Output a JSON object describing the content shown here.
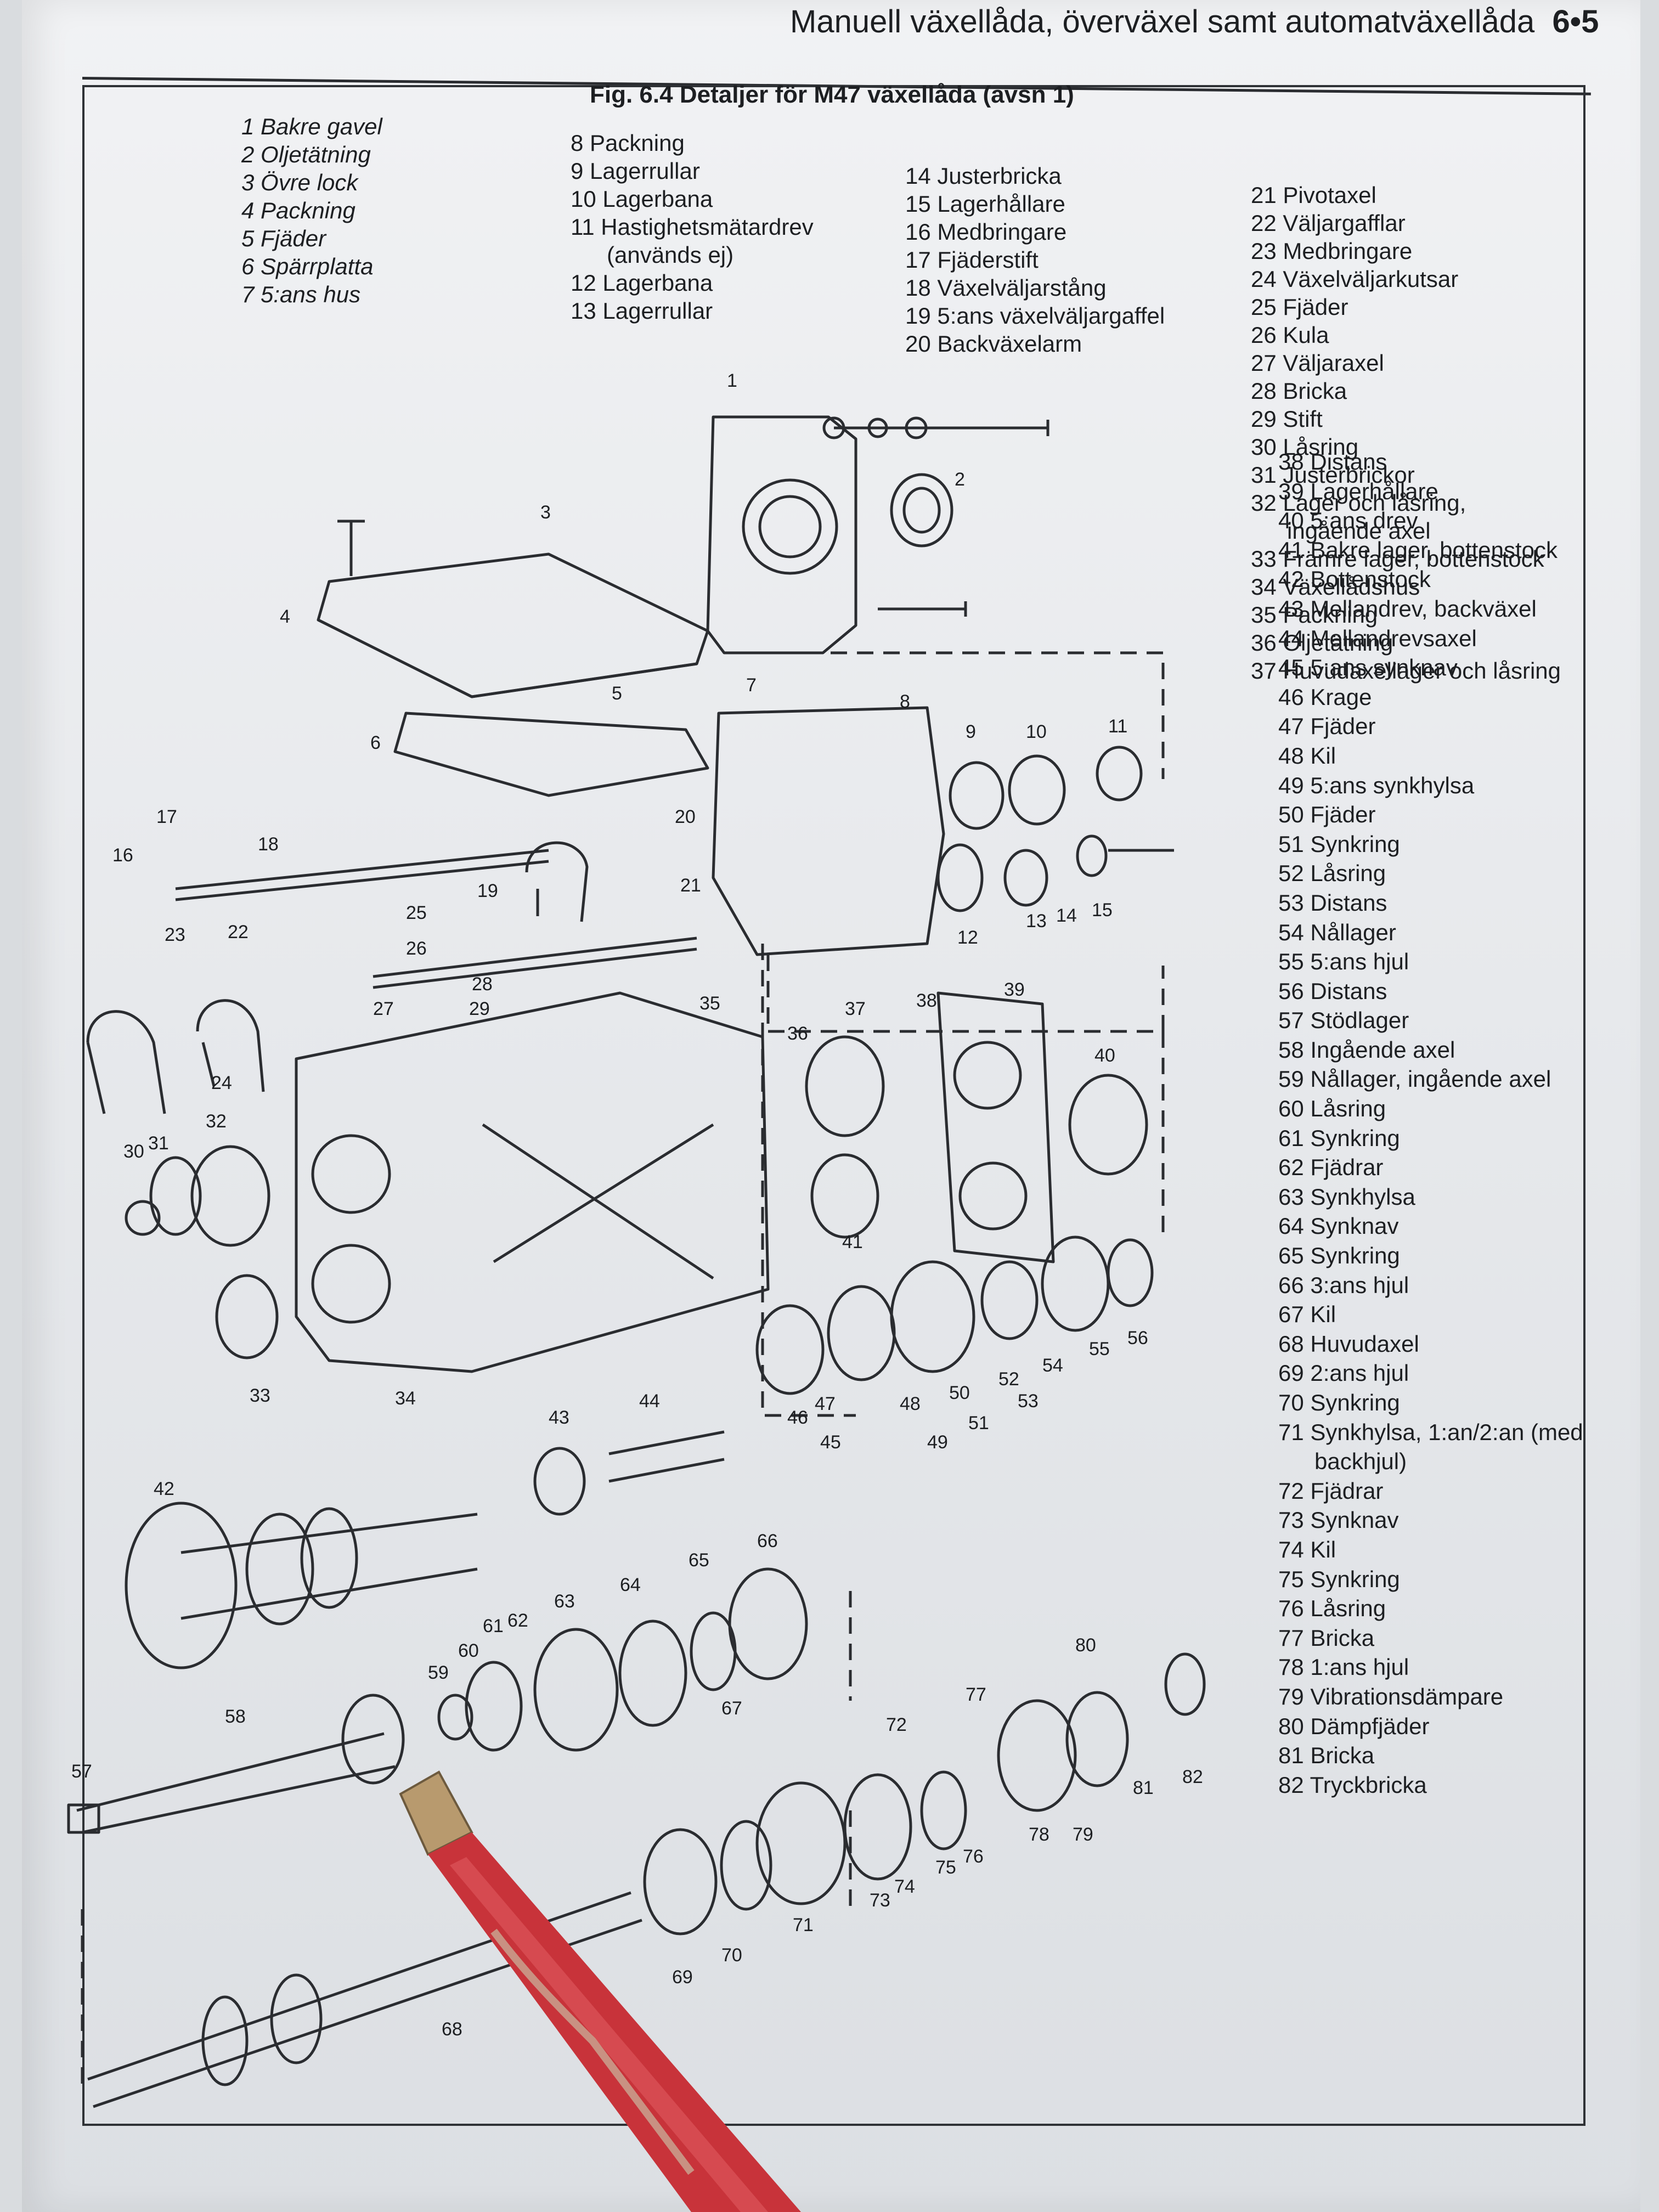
{
  "header": {
    "title": "Manuell växellåda, överväxel samt automatväxellåda",
    "page_number": "6•5"
  },
  "figure": {
    "title": "Fig. 6.4  Detaljer för M47 växellåda (avsn 1)"
  },
  "legend": {
    "col1": [
      "1 Bakre gavel",
      "2 Oljetätning",
      "3 Övre lock",
      "4 Packning",
      "5 Fjäder",
      "6 Spärrplatta",
      "7 5:ans hus"
    ],
    "col2": [
      "8 Packning",
      "9 Lagerrullar",
      "10 Lagerbana",
      "11 Hastighetsmätardrev",
      "(används ej)",
      "12 Lagerbana",
      "13 Lagerrullar"
    ],
    "col3": [
      "14 Justerbricka",
      "15 Lagerhållare",
      "16 Medbringare",
      "17 Fjäderstift",
      "18 Växelväljarstång",
      "19 5:ans växelväljargaffel",
      "20 Backväxelarm"
    ],
    "col4": [
      "21 Pivotaxel",
      "22 Väljargafflar",
      "23 Medbringare",
      "24 Växelväljarkutsar",
      "25 Fjäder",
      "26 Kula",
      "27 Väljaraxel",
      "28 Bricka",
      "29 Stift",
      "30 Låsring",
      "31 Justerbrickor",
      "32 Lager och låsring,",
      "ingående axel",
      "33 Främre lager, bottenstock",
      "34 Växellådshus",
      "35 Packning",
      "36 Oljetätning",
      "37 Huvudaxellager och låsring"
    ],
    "col5": [
      "38 Distans",
      "39 Lagerhållare",
      "40 5:ans drev",
      "41 Bakre lager, bottenstock",
      "42 Bottenstock",
      "43 Mellandrev, backväxel",
      "44 Mellandrevsaxel",
      "45 5:ans synknav",
      "46 Krage",
      "47 Fjäder",
      "48 Kil",
      "49 5:ans synkhylsa",
      "50 Fjäder",
      "51 Synkring",
      "52 Låsring",
      "53 Distans",
      "54 Nållager",
      "55 5:ans hjul",
      "56 Distans",
      "57 Stödlager",
      "58 Ingående axel",
      "59 Nållager, ingående axel",
      "60 Låsring",
      "61 Synkring",
      "62 Fjädrar",
      "63 Synkhylsa",
      "64 Synknav",
      "65 Synkring",
      "66 3:ans hjul",
      "67 Kil",
      "68 Huvudaxel",
      "69 2:ans hjul",
      "70 Synkring",
      "71 Synkhylsa, 1:an/2:an (med",
      "backhjul)",
      "72 Fjädrar",
      "73 Synknav",
      "74 Kil",
      "75 Synkring",
      "76 Låsring",
      "77 Bricka",
      "78 1:ans hjul",
      "79 Vibrationsdämpare",
      "80 Dämpfjäder",
      "81 Bricka",
      "82 Tryckbricka"
    ]
  },
  "callouts": [
    "1",
    "2",
    "3",
    "4",
    "5",
    "6",
    "7",
    "8",
    "9",
    "10",
    "11",
    "12",
    "13",
    "14",
    "15",
    "16",
    "17",
    "18",
    "19",
    "20",
    "21",
    "22",
    "23",
    "24",
    "25",
    "26",
    "27",
    "28",
    "29",
    "30",
    "31",
    "32",
    "33",
    "34",
    "35",
    "36",
    "37",
    "38",
    "39",
    "40",
    "41",
    "42",
    "43",
    "44",
    "45",
    "46",
    "47",
    "48",
    "49",
    "50",
    "51",
    "52",
    "53",
    "54",
    "55",
    "56",
    "57",
    "58",
    "59",
    "60",
    "61",
    "62",
    "63",
    "64",
    "65",
    "66",
    "67",
    "68",
    "69",
    "70",
    "71",
    "72",
    "73",
    "74",
    "75",
    "76",
    "77",
    "78",
    "79",
    "80",
    "81",
    "82"
  ],
  "colors": {
    "ink": "#1d1f22",
    "paper": "#e9ebee",
    "pencil_red": "#c8333a",
    "pencil_wood": "#b89a6e"
  }
}
